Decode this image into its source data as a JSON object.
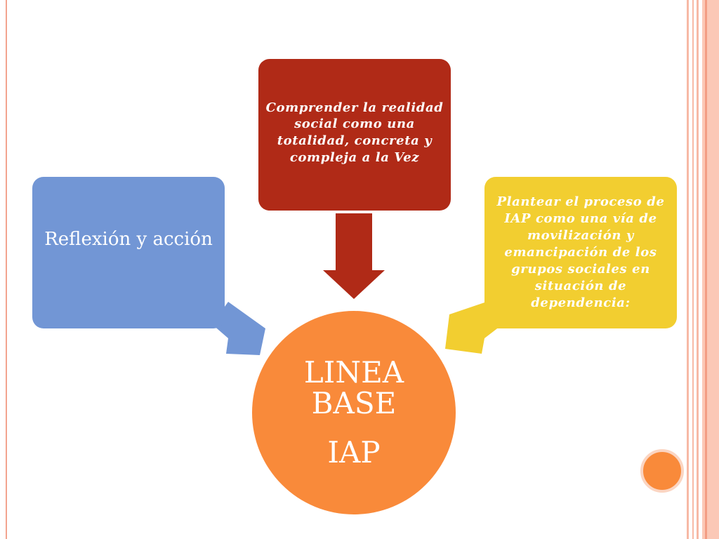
{
  "colors": {
    "blue": "#7296d5",
    "red": "#b02a17",
    "yellow": "#f2ce30",
    "orange": "#f98a3a",
    "frame_pink": "#f7b9a5",
    "frame_line": "#f3a48f",
    "dot_ring": "#fbd5c2"
  },
  "diagram": {
    "center": {
      "line1": "LINEA",
      "line2": "BASE",
      "line3": "IAP"
    },
    "nodes": {
      "left": "Reflexión y acción",
      "top": "Comprender la realidad social como una totalidad, concreta y compleja a la Vez",
      "right": "Plantear el proceso de IAP como una vía de movilización y emancipación de los grupos sociales en situación de dependencia:"
    }
  }
}
